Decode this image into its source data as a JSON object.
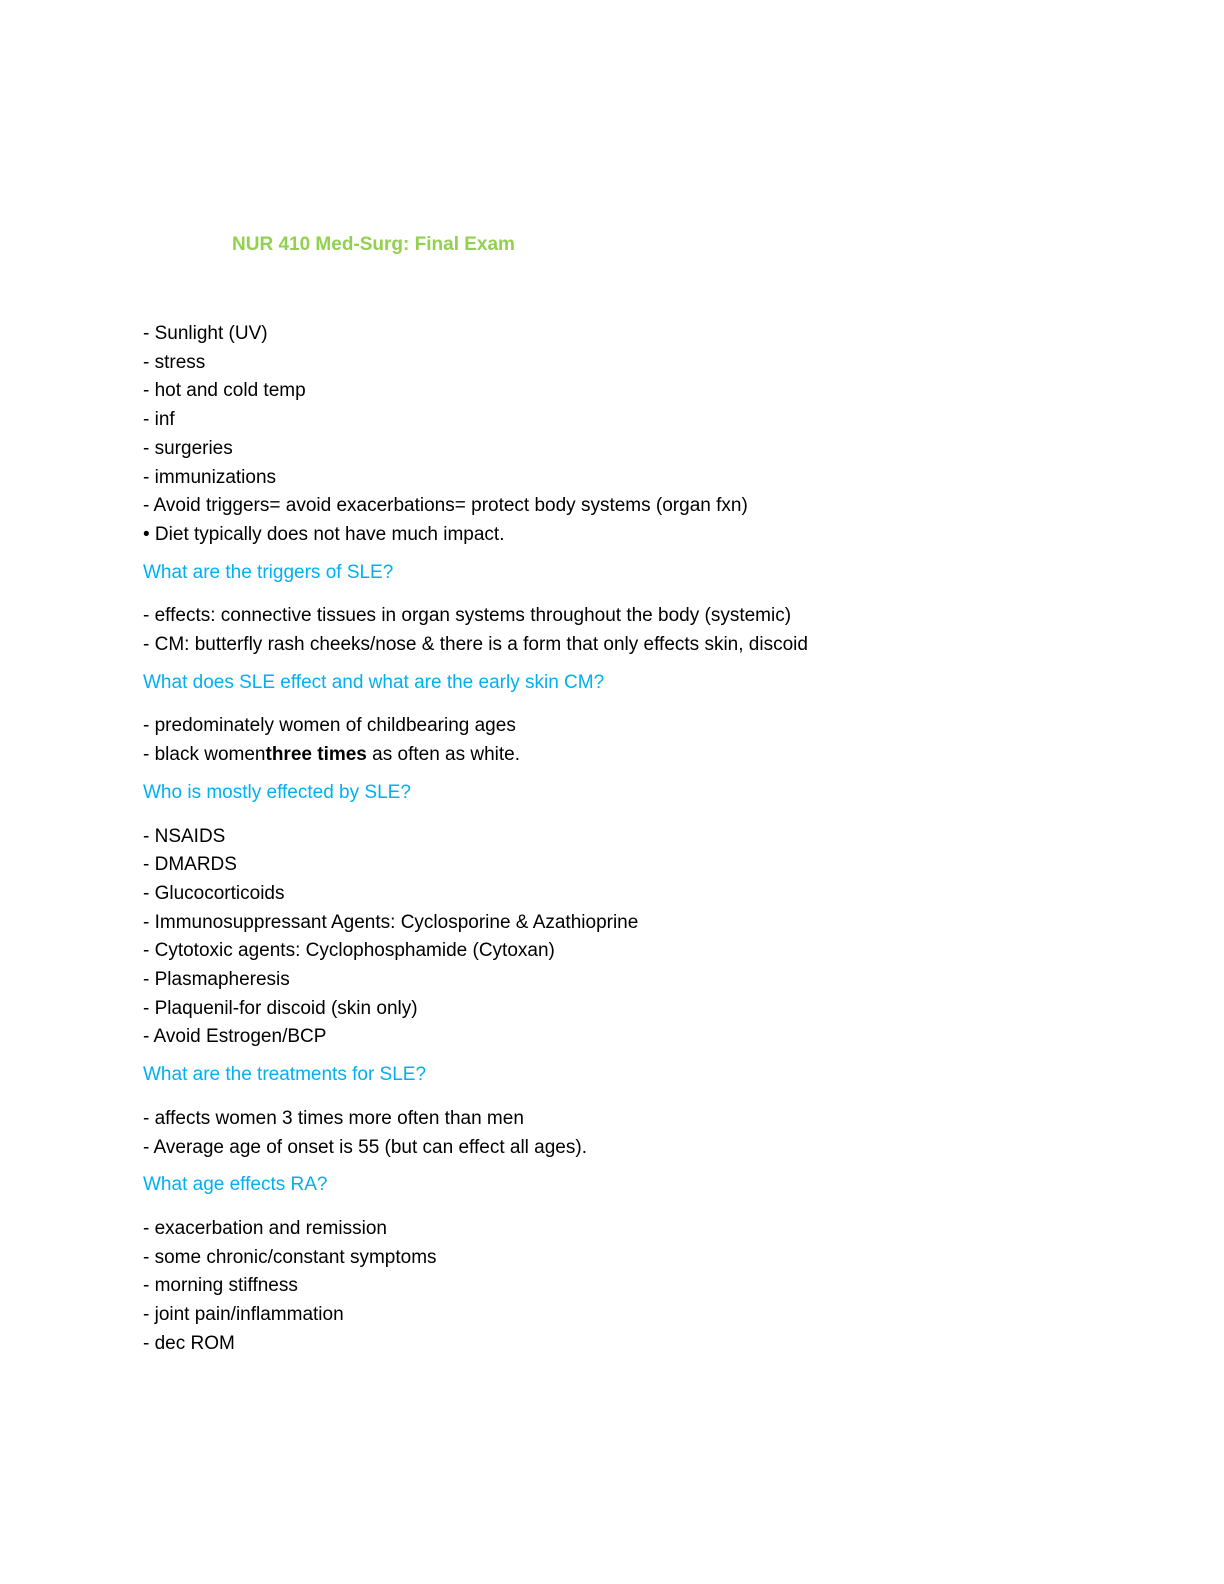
{
  "document": {
    "title": "NUR 410 Med-Surg: Final Exam",
    "title_color": "#92d050",
    "question_color": "#00b0f0",
    "sections": [
      {
        "lines": [
          {
            "text": "- Sunlight (UV)"
          },
          {
            "text": "- stress"
          },
          {
            "text": "- hot and cold temp"
          },
          {
            "text": "- inf"
          },
          {
            "text": "- surgeries"
          },
          {
            "text": "- immunizations"
          },
          {
            "text": "- Avoid triggers= avoid exacerbations= protect body systems (organ fxn)"
          },
          {
            "text": "• Diet typically does not have much impact."
          }
        ],
        "question": "What are the triggers of SLE?"
      },
      {
        "lines": [
          {
            "text": "- effects: connective tissues in organ systems throughout the body (systemic)"
          },
          {
            "text": "- CM: butterfly rash cheeks/nose & there is a form that only effects skin, discoid"
          }
        ],
        "question": "What does SLE effect and what are the early skin CM?"
      },
      {
        "lines": [
          {
            "text": "- predominately women of childbearing ages"
          },
          {
            "before": "- black women",
            "bold": "three times",
            "after": " as often as white."
          }
        ],
        "question": "Who is mostly effected by SLE?"
      },
      {
        "lines": [
          {
            "text": "- NSAIDS"
          },
          {
            "text": "- DMARDS"
          },
          {
            "text": "- Glucocorticoids"
          },
          {
            "text": "- Immunosuppressant Agents: Cyclosporine & Azathioprine"
          },
          {
            "text": "- Cytotoxic agents: Cyclophosphamide (Cytoxan)"
          },
          {
            "text": "- Plasmapheresis"
          },
          {
            "text": "- Plaquenil-for discoid (skin only)"
          },
          {
            "text": "- Avoid Estrogen/BCP"
          }
        ],
        "question": "What are the treatments for SLE?"
      },
      {
        "lines": [
          {
            "text": "- affects women 3 times more often than men"
          },
          {
            "text": "- Average age of onset is 55 (but can effect all ages)."
          }
        ],
        "question": "What age effects RA?"
      },
      {
        "lines": [
          {
            "text": "- exacerbation and remission"
          },
          {
            "text": "- some chronic/constant symptoms"
          },
          {
            "text": "- morning stiffness"
          },
          {
            "text": "- joint pain/inflammation"
          },
          {
            "text": "- dec ROM"
          }
        ]
      }
    ]
  }
}
